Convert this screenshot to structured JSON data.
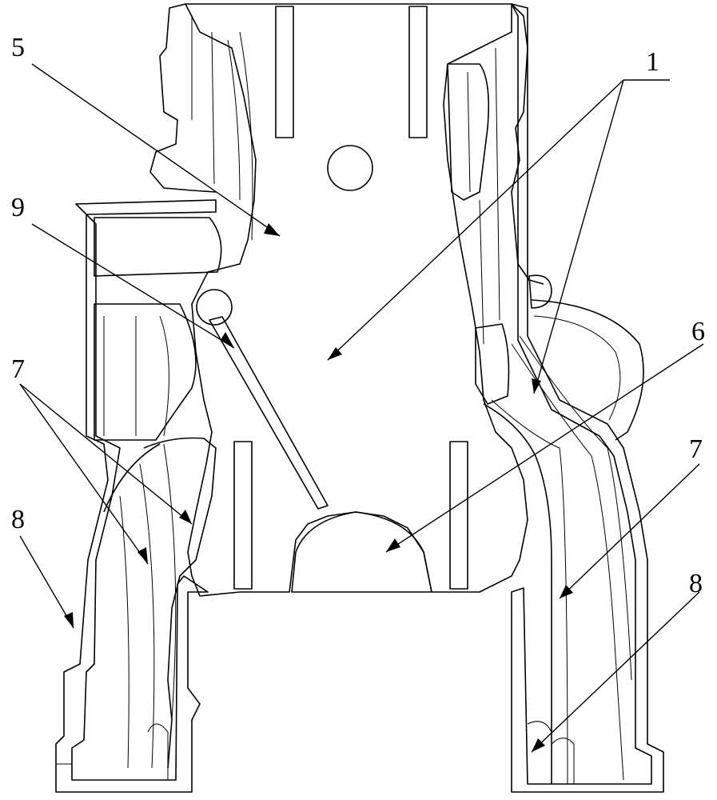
{
  "figure": {
    "labels": [
      {
        "id": "label-5",
        "text": "5"
      },
      {
        "id": "label-1",
        "text": "1"
      },
      {
        "id": "label-9",
        "text": "9"
      },
      {
        "id": "label-6",
        "text": "6"
      },
      {
        "id": "label-7-left",
        "text": "7"
      },
      {
        "id": "label-7-right",
        "text": "7"
      },
      {
        "id": "label-8-left",
        "text": "8"
      },
      {
        "id": "label-8-right",
        "text": "8"
      }
    ]
  }
}
